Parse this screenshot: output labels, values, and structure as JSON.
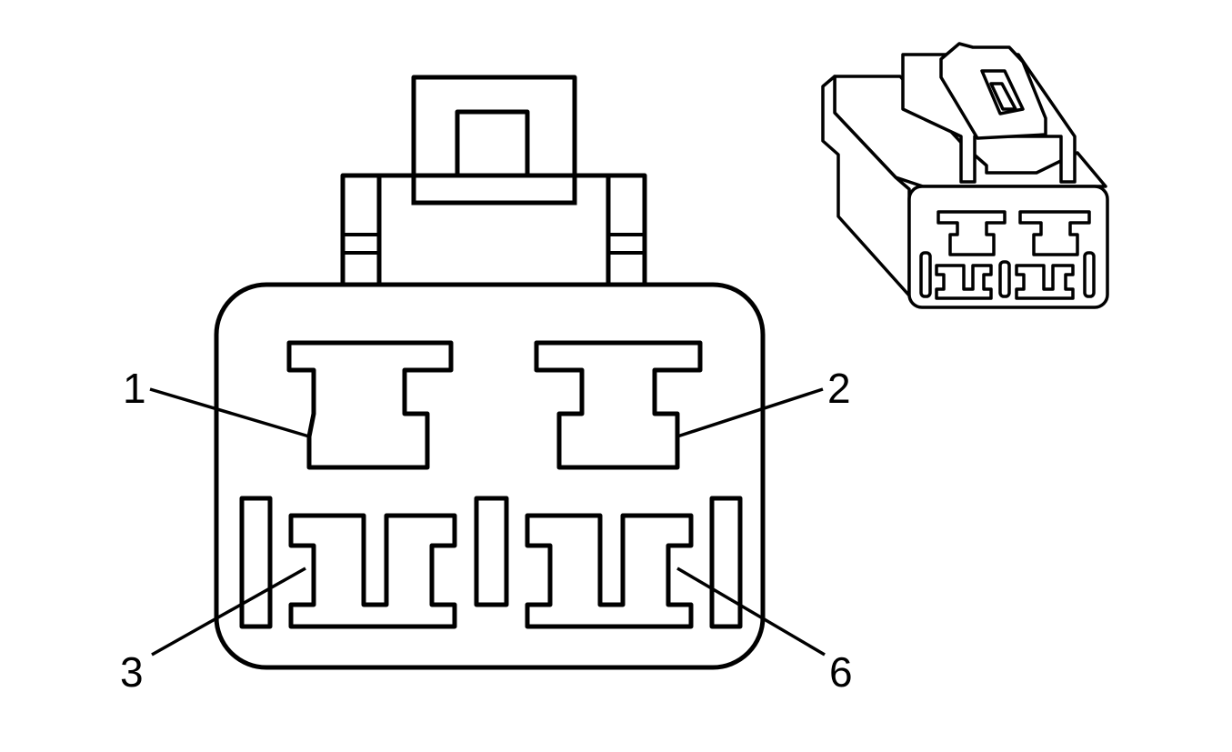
{
  "pins": [
    {
      "id": "1",
      "label": "1"
    },
    {
      "id": "2",
      "label": "2"
    },
    {
      "id": "3",
      "label": "3"
    },
    {
      "id": "6",
      "label": "6"
    }
  ]
}
